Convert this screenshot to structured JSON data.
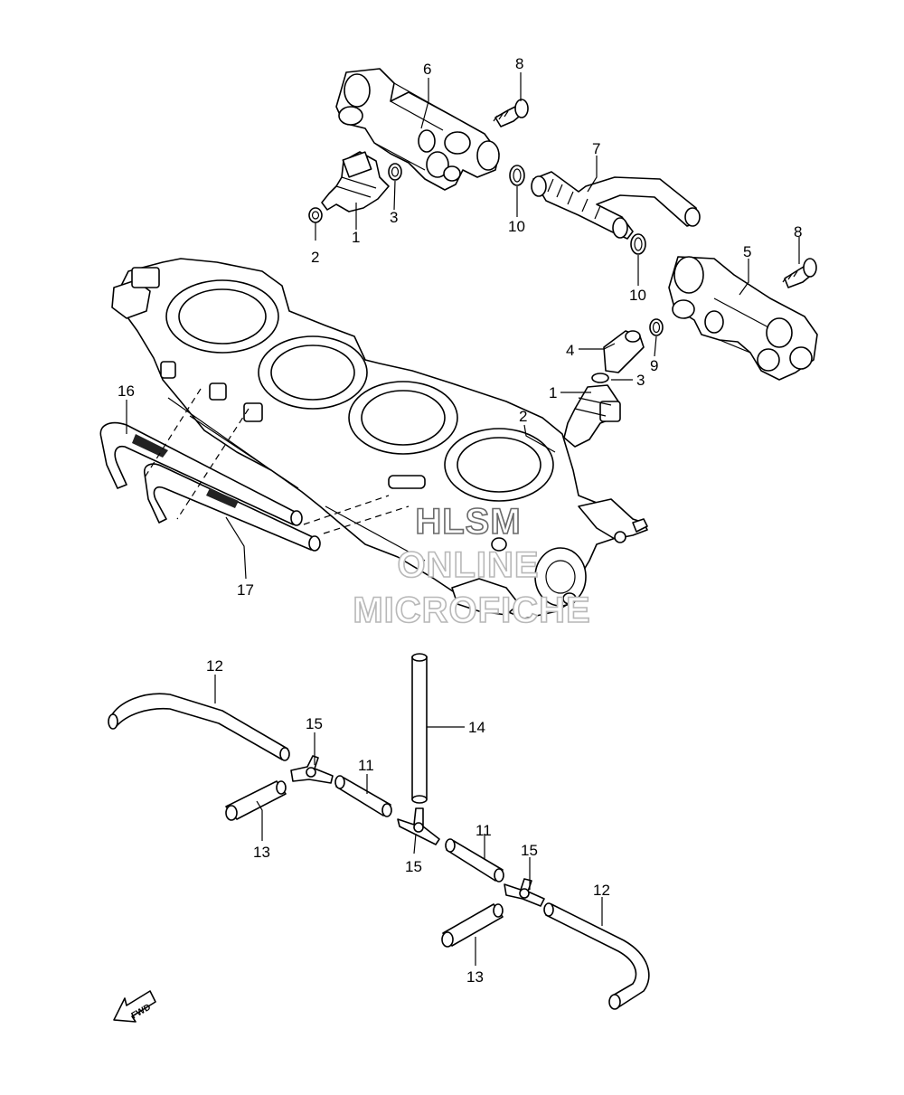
{
  "diagram": {
    "labels": {
      "p1a": "1",
      "p1b": "1",
      "p2a": "2",
      "p2b": "2",
      "p3a": "3",
      "p3b": "3",
      "p4": "4",
      "p5": "5",
      "p6": "6",
      "p7": "7",
      "p8a": "8",
      "p8b": "8",
      "p9": "9",
      "p10a": "10",
      "p10b": "10",
      "p11a": "11",
      "p11b": "11",
      "p12a": "12",
      "p12b": "12",
      "p13a": "13",
      "p13b": "13",
      "p14": "14",
      "p15a": "15",
      "p15b": "15",
      "p15c": "15",
      "p16": "16",
      "p17": "17"
    },
    "fwd_label": "FWD"
  },
  "watermark": {
    "line1": "HLSM",
    "line2": "ONLINE",
    "line3": "MICROFICHE"
  }
}
